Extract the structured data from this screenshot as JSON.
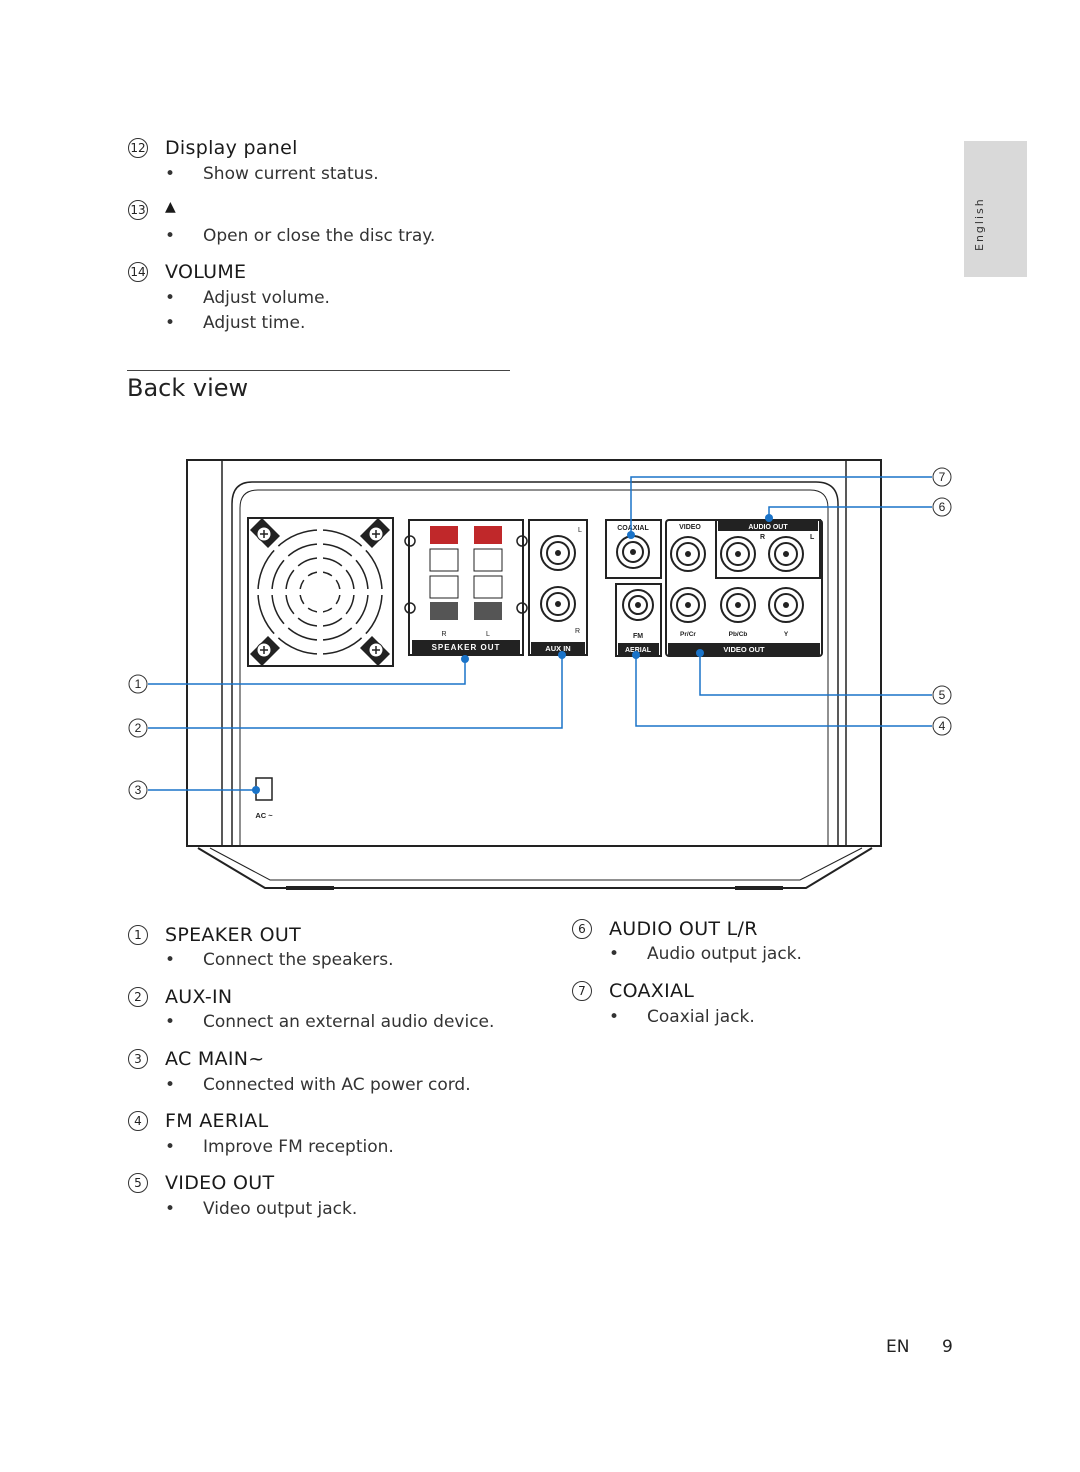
{
  "language_tab": "English",
  "top_items": [
    {
      "num": "12",
      "title": "Display panel",
      "bullets": [
        "Show current status."
      ]
    },
    {
      "num": "13",
      "title": "▲",
      "bullets": [
        "Open or close the disc tray."
      ]
    },
    {
      "num": "14",
      "title": "VOLUME",
      "bullets": [
        "Adjust volume.",
        "Adjust time."
      ]
    }
  ],
  "section_title": "Back view",
  "diagram": {
    "callouts": [
      "1",
      "2",
      "3",
      "4",
      "5",
      "6",
      "7"
    ],
    "labels": {
      "speaker_out": "SPEAKER OUT",
      "aux_in": "AUX IN",
      "coaxial": "COAXIAL",
      "video": "VIDEO",
      "audio_out": "AUDIO OUT",
      "fm": "FM",
      "aerial": "AERIAL",
      "video_out": "VIDEO  OUT",
      "pr_cr": "Pr/Cr",
      "pb_cb": "Pb/Cb",
      "y": "Y",
      "ac": "AC ~",
      "r": "R",
      "l": "L"
    }
  },
  "left_items": [
    {
      "num": "1",
      "title": "SPEAKER OUT",
      "bullets": [
        "Connect the speakers."
      ]
    },
    {
      "num": "2",
      "title": "AUX-IN",
      "bullets": [
        "Connect an external audio device."
      ]
    },
    {
      "num": "3",
      "title": "AC MAIN~",
      "bullets": [
        "Connected with AC power cord."
      ]
    },
    {
      "num": "4",
      "title": "FM AERIAL",
      "bullets": [
        "Improve FM reception."
      ]
    },
    {
      "num": "5",
      "title": "VIDEO OUT",
      "bullets": [
        "Video output jack."
      ]
    }
  ],
  "right_items": [
    {
      "num": "6",
      "title": "AUDIO OUT L/R",
      "bullets": [
        "Audio output jack."
      ]
    },
    {
      "num": "7",
      "title": "COAXIAL",
      "bullets": [
        "Coaxial jack."
      ]
    }
  ],
  "footer": {
    "lang": "EN",
    "page": "9"
  },
  "colors": {
    "callout_line": "#1a73c8",
    "tab_bg": "#d9d9d9",
    "speaker_red": "#c0282a"
  }
}
